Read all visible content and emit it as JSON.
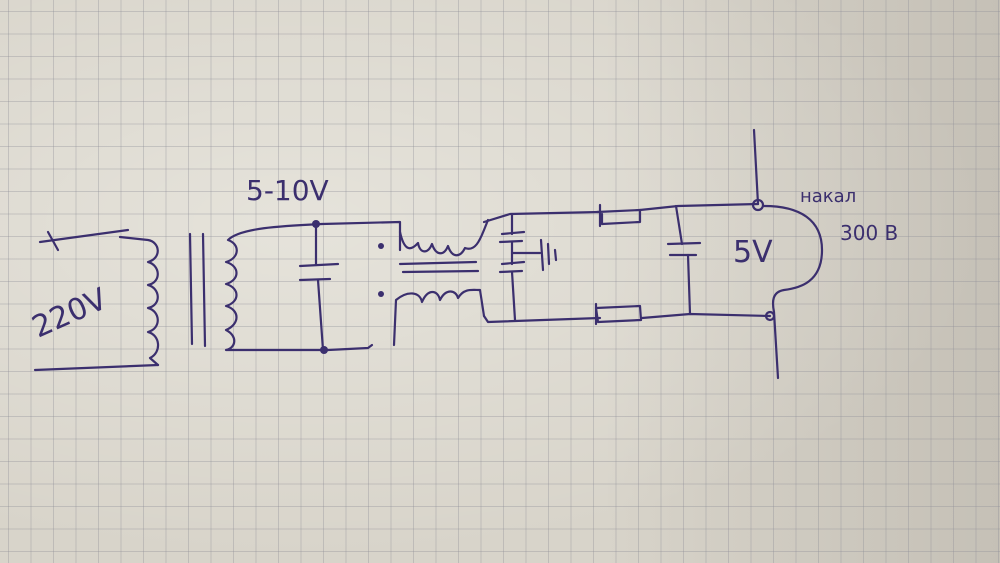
{
  "diagram": {
    "type": "hand-drawn schematic on graph paper",
    "labels": {
      "mains_voltage": "220V",
      "secondary_voltage": "5-10V",
      "output_voltage": "5V",
      "heater_label": "накал",
      "heater_voltage": "300 B"
    },
    "components": [
      {
        "id": "T1",
        "name": "mains-transformer"
      },
      {
        "id": "C1",
        "name": "capacitor-1"
      },
      {
        "id": "T2",
        "name": "coupled-inductor"
      },
      {
        "id": "C2",
        "name": "capacitor-2"
      },
      {
        "id": "C3",
        "name": "capacitor-3"
      },
      {
        "id": "GND",
        "name": "ground"
      },
      {
        "id": "R1",
        "name": "resistor-top"
      },
      {
        "id": "R2",
        "name": "resistor-bottom"
      },
      {
        "id": "C4",
        "name": "capacitor-4"
      },
      {
        "id": "LOAD",
        "name": "heater-load-loop"
      }
    ],
    "colors": {
      "ink": "#3b2f6e",
      "paper": "#d8d4ca",
      "grid": "#8c8c96"
    }
  }
}
